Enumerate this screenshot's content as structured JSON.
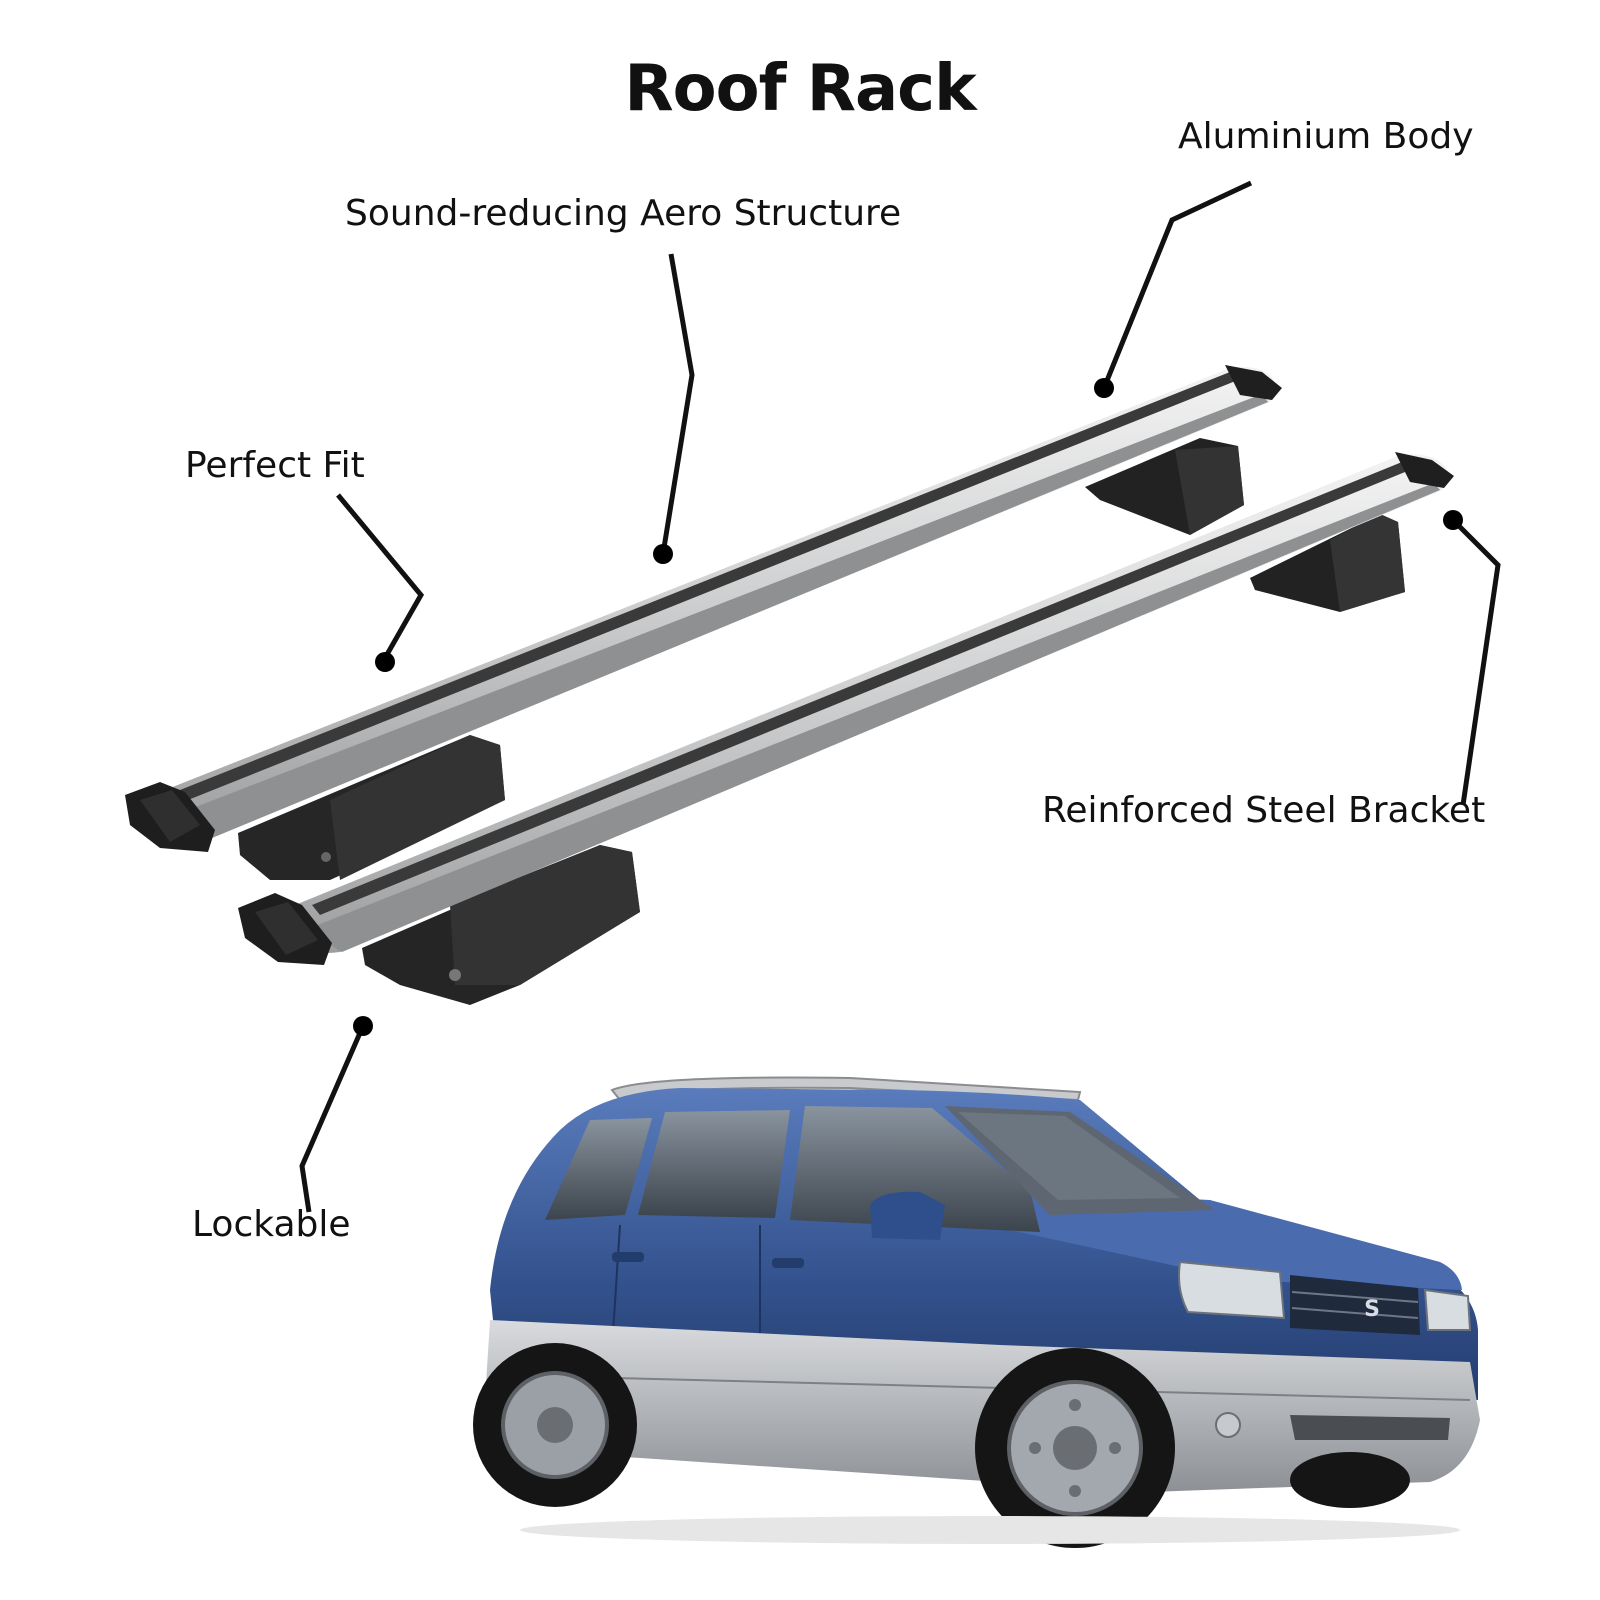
{
  "title": "Roof Rack",
  "callouts": {
    "aero_structure": "Sound-reducing Aero Structure",
    "aluminium_body": "Aluminium Body",
    "perfect_fit": "Perfect Fit",
    "steel_bracket": "Reinforced Steel Bracket",
    "lockable": "Lockable"
  },
  "vehicle": {
    "badge": "S"
  },
  "colors": {
    "background": "#ffffff",
    "text": "#111111",
    "bar_aluminium": "#c9cacb",
    "bar_rubber": "#2b2b2b",
    "car_body_blue": "#3b5d9c",
    "car_lower_silver": "#b9bcc0"
  }
}
